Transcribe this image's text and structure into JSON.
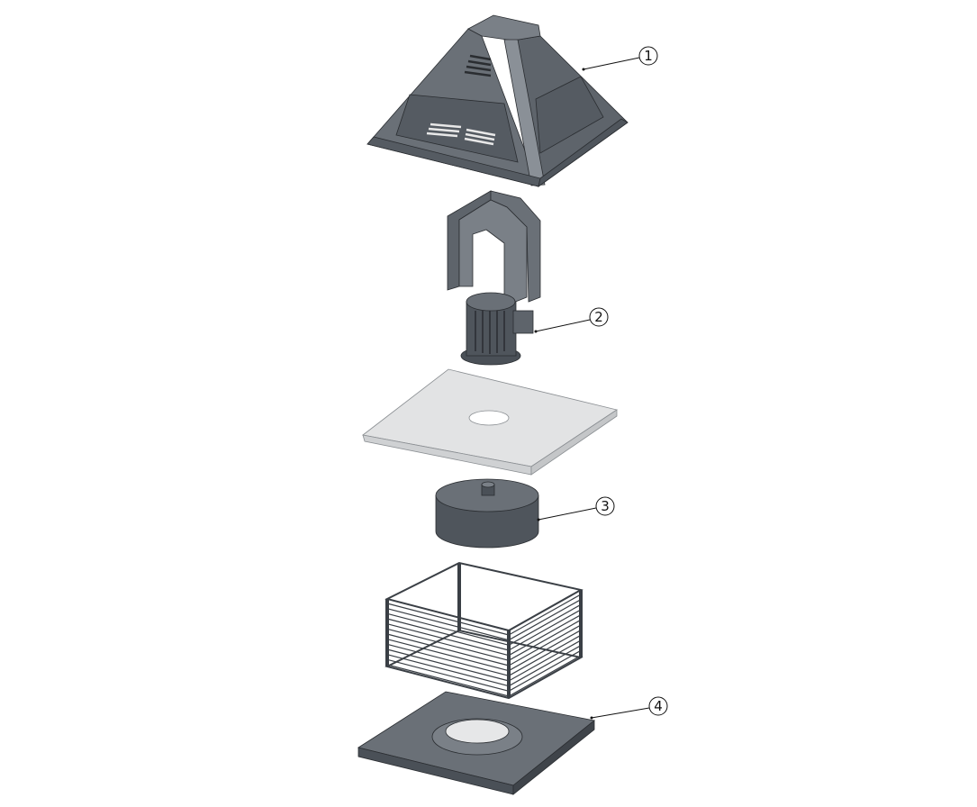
{
  "figure": {
    "parts": [
      {
        "callout": "1",
        "part": "hood"
      },
      {
        "callout": "2",
        "part": "motor"
      },
      {
        "callout": "3",
        "part": "impeller"
      },
      {
        "callout": "4",
        "part": "base-plate"
      }
    ],
    "colors": {
      "metal_dark": "#5b6168",
      "metal_mid": "#6d737a",
      "metal_light": "#858b92",
      "plate_light": "#e2e3e4",
      "line": "#2a2d31"
    }
  }
}
